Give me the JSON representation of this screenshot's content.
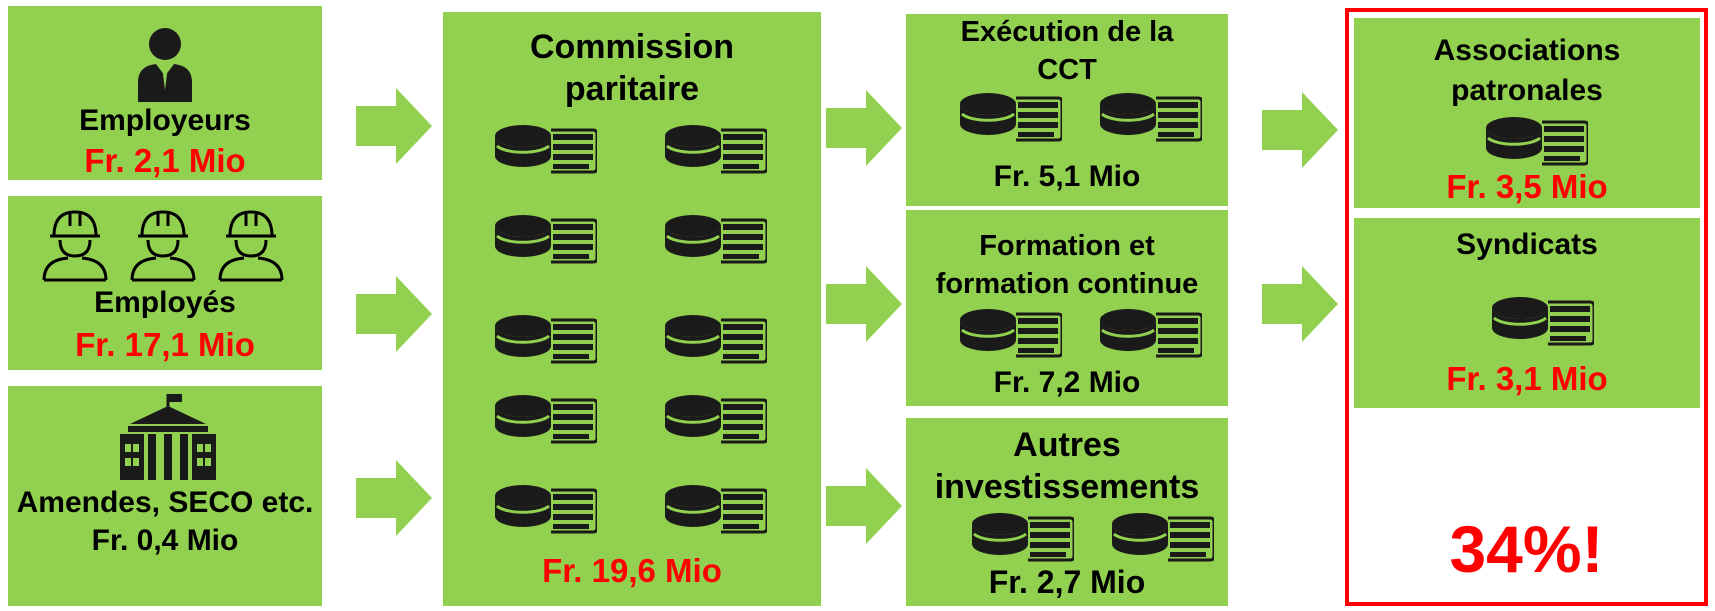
{
  "sources": {
    "employers": {
      "label": "Employeurs",
      "amount": "Fr. 2,1 Mio"
    },
    "employees": {
      "label": "Employés",
      "amount": "Fr. 17,1 Mio"
    },
    "fines": {
      "label": "Amendes, SECO etc.",
      "amount": "Fr. 0,4 Mio"
    }
  },
  "commission": {
    "title_line1": "Commission",
    "title_line2": "paritaire",
    "amount": "Fr. 19,6 Mio"
  },
  "uses": {
    "execution": {
      "title_line1": "Exécution de la",
      "title_line2": "CCT",
      "amount": "Fr. 5,1 Mio"
    },
    "training": {
      "title_line1": "Formation et",
      "title_line2": "formation continue",
      "amount": "Fr. 7,2 Mio"
    },
    "other": {
      "title_line1": "Autres",
      "title_line2": "investissements",
      "amount": "Fr. 2,7 Mio"
    }
  },
  "recipients": {
    "associations": {
      "title_line1": "Associations",
      "title_line2": "patronales",
      "amount": "Fr. 3,5 Mio"
    },
    "unions": {
      "title": "Syndicats",
      "amount": "Fr. 3,1 Mio"
    }
  },
  "share": "34%!",
  "colors": {
    "box": "#92d050",
    "highlight": "#ff0000",
    "icon": "#1a1a1a"
  }
}
